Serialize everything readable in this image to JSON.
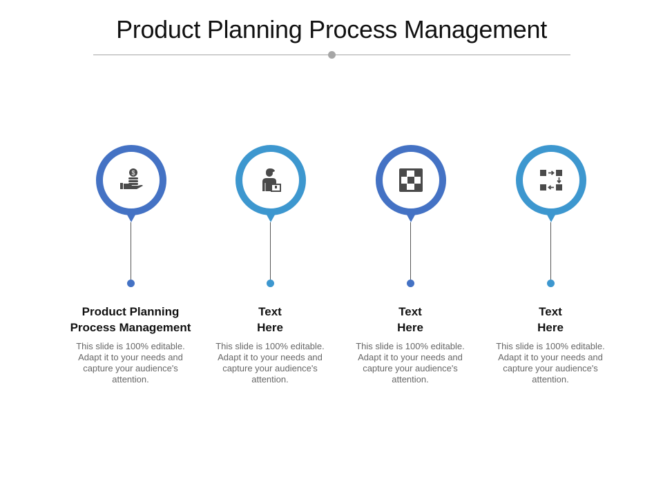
{
  "title": "Product Planning Process Management",
  "colors": {
    "dark_blue": "#4472c4",
    "light_blue": "#3d97cf",
    "icon": "#4a4a4a",
    "rule": "#a6a6a6"
  },
  "steps": [
    {
      "heading_line1": "Product Planning",
      "heading_line2": "Process Management",
      "description": "This slide is 100% editable. Adapt it to your needs and capture your audience's attention.",
      "icon": "hand-coins-icon",
      "color": "#4472c4"
    },
    {
      "heading_line1": "Text",
      "heading_line2": "Here",
      "description": "This slide is 100% editable. Adapt it to your needs and capture your audience's attention.",
      "icon": "businessman-icon",
      "color": "#3d97cf"
    },
    {
      "heading_line1": "Text",
      "heading_line2": "Here",
      "description": "This slide is 100% editable. Adapt it to your needs and capture your audience's attention.",
      "icon": "checker-grid-icon",
      "color": "#4472c4"
    },
    {
      "heading_line1": "Text",
      "heading_line2": "Here",
      "description": "This slide is 100% editable. Adapt it to your needs and capture your audience's attention.",
      "icon": "process-flow-icon",
      "color": "#3d97cf"
    }
  ]
}
